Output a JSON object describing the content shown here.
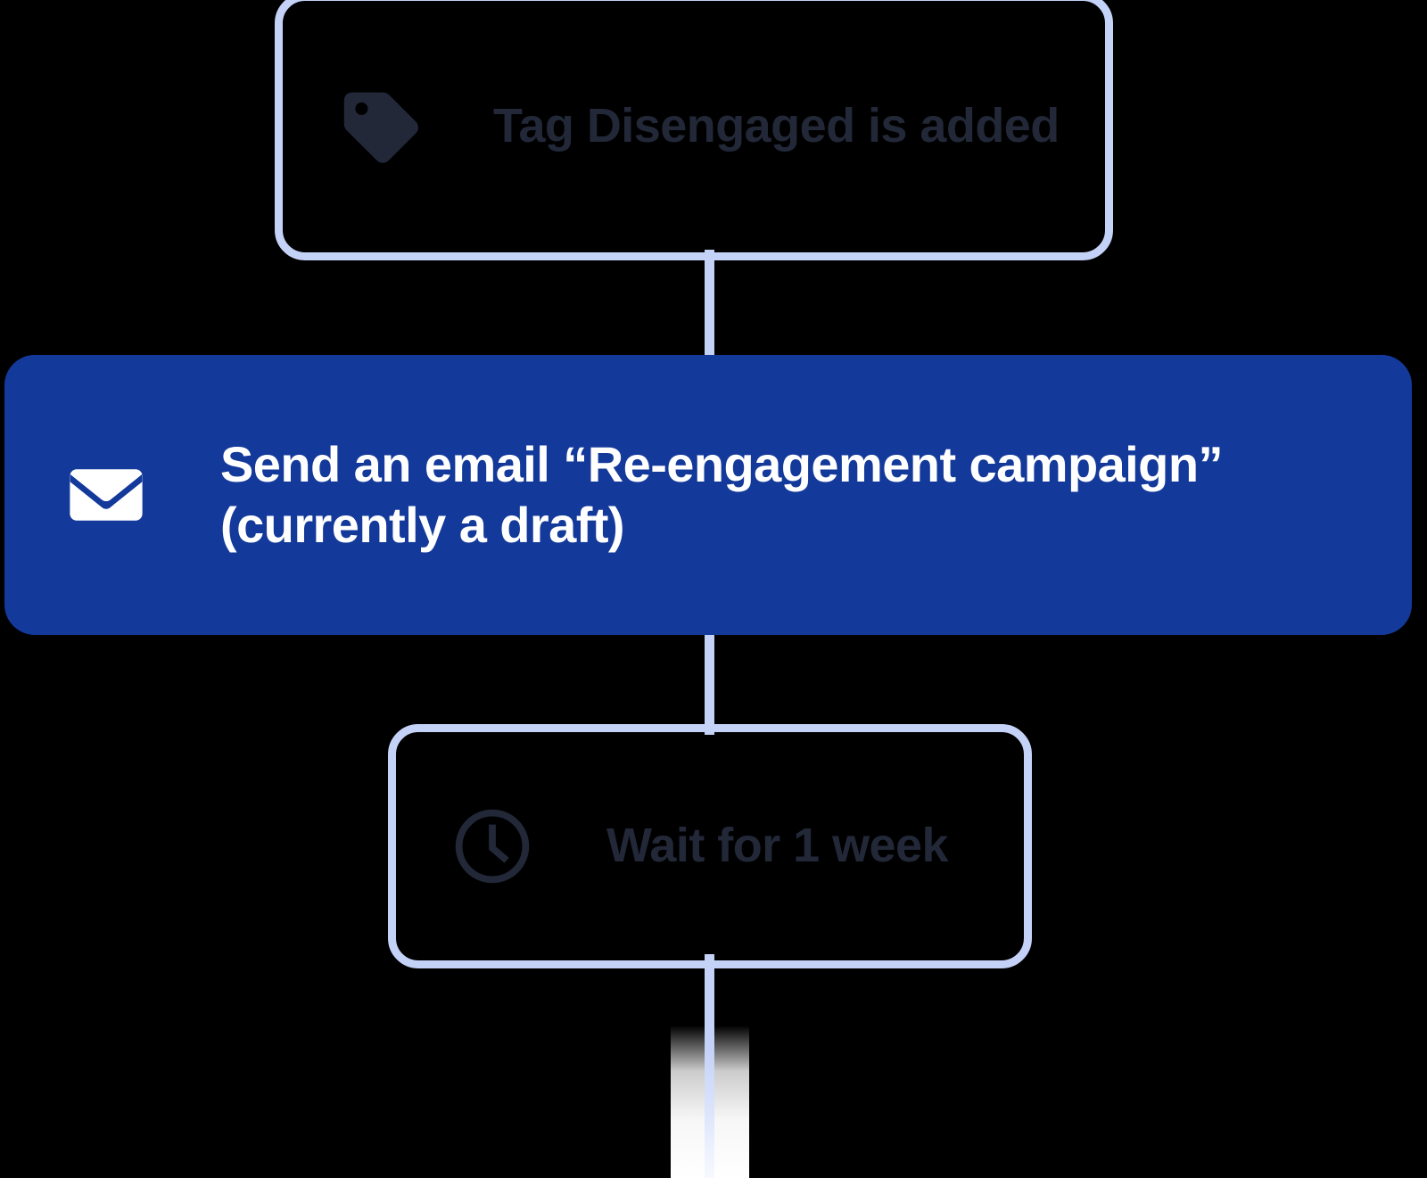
{
  "workflow": {
    "background_color": "#000000",
    "accent_outline_color": "#c5d2f7",
    "accent_fill_color": "#13399a",
    "text_dark_color": "#222838",
    "text_light_color": "#ffffff",
    "nodes": [
      {
        "id": "trigger",
        "type": "trigger",
        "style": "outlined",
        "icon": "tag-icon",
        "label": "Tag Disengaged is added"
      },
      {
        "id": "email",
        "type": "action",
        "style": "filled",
        "icon": "envelope-icon",
        "label": "Send an email “Re-engagement campaign”\n(currently a draft)"
      },
      {
        "id": "wait",
        "type": "delay",
        "style": "outlined",
        "icon": "clock-icon",
        "label": "Wait for 1 week"
      }
    ],
    "connectors": [
      {
        "id": "connector-1",
        "from": "trigger",
        "to": "email"
      },
      {
        "id": "connector-2",
        "from": "email",
        "to": "wait"
      },
      {
        "id": "connector-3",
        "from": "wait",
        "to": null
      }
    ]
  }
}
